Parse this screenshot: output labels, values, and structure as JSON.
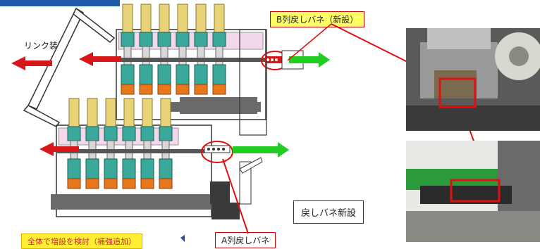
{
  "labels": {
    "link_device": "リンク装置",
    "b_row_spring": "B列戻しバネ（新設）",
    "a_row_spring": "A列戻しバネ",
    "spring_new": "戻しバネ新設",
    "bottom_note": "全体で増設を検討（補強追加）"
  },
  "colors": {
    "header_blue": "#1e5aa8",
    "arrow_red": "#d81818",
    "arrow_green": "#22cc22",
    "arrow_blue": "#2050a0",
    "highlight_red": "#e01010",
    "pump_yellow": "#e8d27a",
    "spring_teal": "#3aa89a",
    "plunger_orange": "#e8761a"
  }
}
